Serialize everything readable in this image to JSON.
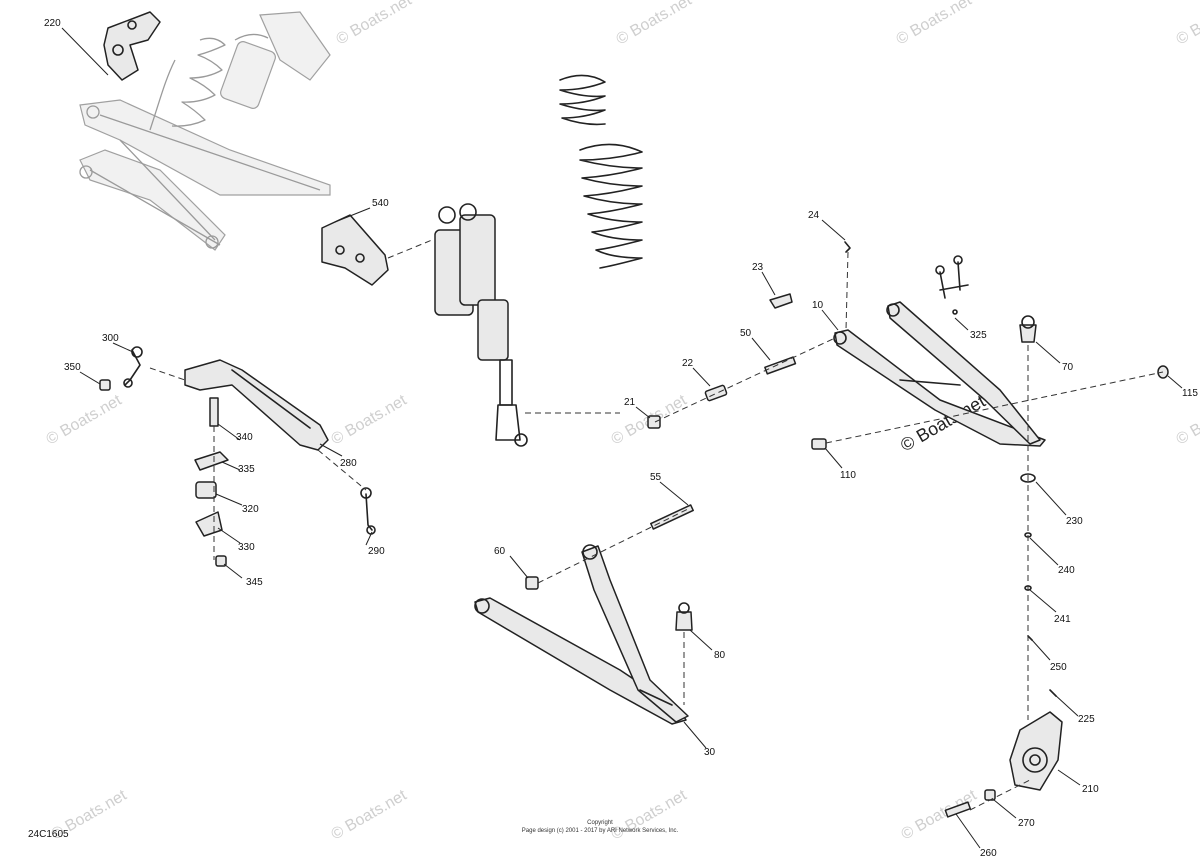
{
  "diagram": {
    "id_code": "24C1605",
    "copyright_heading": "Copyright",
    "copyright_text": "Page design (c) 2001 - 2017 by ARI Network Services, Inc.",
    "watermark_text": "© Boats.net",
    "callouts": [
      "220",
      "540",
      "24",
      "23",
      "10",
      "325",
      "70",
      "115",
      "50",
      "22",
      "21",
      "110",
      "300",
      "350",
      "340",
      "335",
      "320",
      "330",
      "345",
      "280",
      "290",
      "55",
      "60",
      "80",
      "30",
      "230",
      "240",
      "241",
      "250",
      "225",
      "210",
      "270",
      "260"
    ],
    "colors": {
      "line": "#222222",
      "ghost": "#9a9a9a",
      "watermark": "#cfcfcf",
      "background": "#ffffff"
    }
  }
}
